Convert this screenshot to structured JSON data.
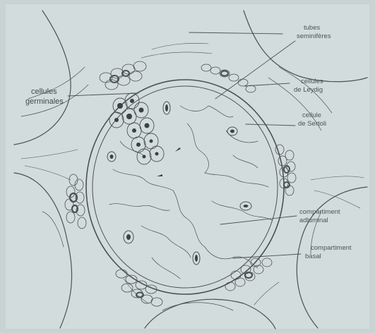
{
  "labels": {
    "tubes_1": "tubes",
    "tubes_2": "seminifères",
    "germinal_1": "cellules",
    "germinal_2": "germinales",
    "leydig_1": "cellules",
    "leydig_2": "de Leydig",
    "sertoli_1": "cellule",
    "sertoli_2": "de Sertoli",
    "adluminal_1": "compartiment",
    "adluminal_2": "adluminal",
    "basal_1": "compartiment",
    "basal_2": "basal"
  },
  "colors": {
    "background": "#c9d3d3",
    "ink": "#4a5252",
    "nucleus": "#3a4242"
  }
}
